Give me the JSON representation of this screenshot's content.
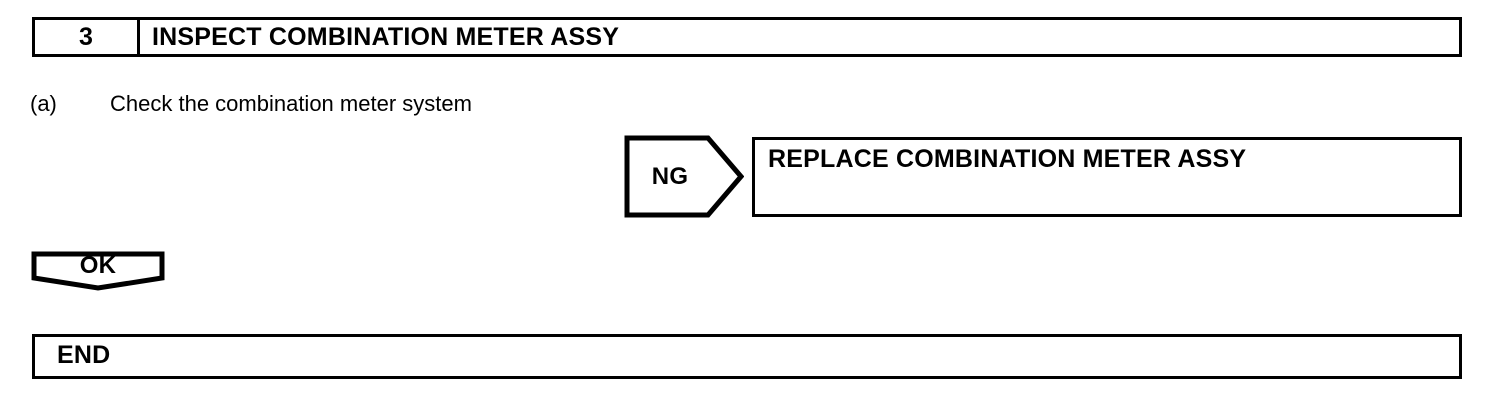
{
  "step_header": {
    "number": "3",
    "title": "INSPECT COMBINATION METER ASSY"
  },
  "procedure": {
    "marker": "(a)",
    "text": "Check the combination meter system"
  },
  "ng_branch": {
    "label": "NG",
    "result_label": "REPLACE COMBINATION METER ASSY"
  },
  "ok_branch": {
    "label": "OK"
  },
  "end_block": {
    "label": "END"
  },
  "colors": {
    "ink": "#000000",
    "background": "#ffffff"
  }
}
